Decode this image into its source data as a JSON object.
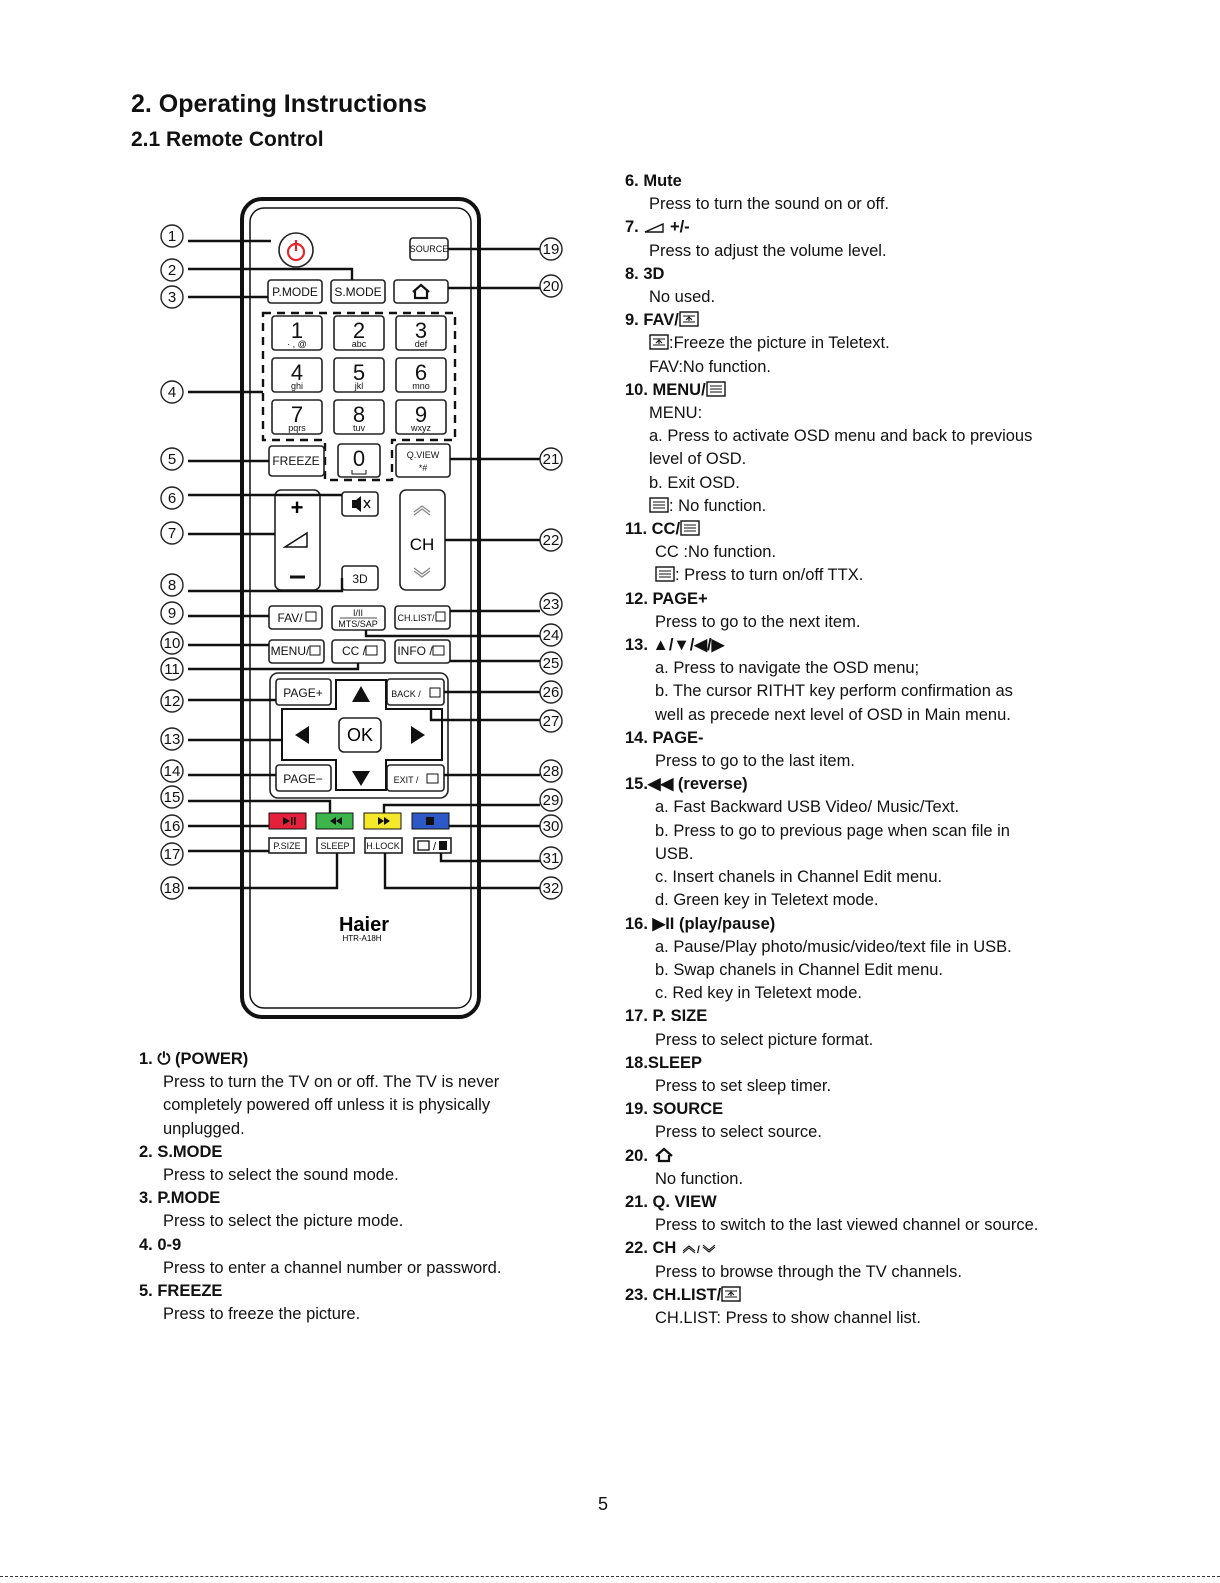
{
  "heading": "2. Operating Instructions",
  "subheading": "2.1 Remote Control",
  "page_number": "5",
  "remote": {
    "brand": "Haier",
    "model": "HTR-A18H",
    "buttons": {
      "source": "SOURCE",
      "pmode": "P.MODE",
      "smode": "S.MODE",
      "digits": [
        {
          "d": "1",
          "s": "· , @"
        },
        {
          "d": "2",
          "s": "abc"
        },
        {
          "d": "3",
          "s": "def"
        },
        {
          "d": "4",
          "s": "ghi"
        },
        {
          "d": "5",
          "s": "jkl"
        },
        {
          "d": "6",
          "s": "mno"
        },
        {
          "d": "7",
          "s": "pqrs"
        },
        {
          "d": "8",
          "s": "tuv"
        },
        {
          "d": "9",
          "s": "wxyz"
        }
      ],
      "zero": "0",
      "freeze": "FREEZE",
      "qview": "Q.VIEW",
      "qview_sub": "*#",
      "ch": "CH",
      "three_d": "3D",
      "fav": "FAV/",
      "mts_top": "I/II",
      "mts": "MTS/SAP",
      "chlist": "CH.LIST/",
      "menu": "MENU/",
      "cc": "CC /",
      "info": "INFO /",
      "page_plus": "PAGE+",
      "back": "BACK /",
      "ok": "OK",
      "page_minus": "PAGE−",
      "exit": "EXIT /",
      "psize": "P.SIZE",
      "sleep": "SLEEP",
      "hlock": "H.LOCK"
    },
    "callouts_left": [
      "1",
      "2",
      "3",
      "4",
      "5",
      "6",
      "7",
      "8",
      "9",
      "10",
      "11",
      "12",
      "13",
      "14",
      "15",
      "16",
      "17",
      "18"
    ],
    "callouts_right": [
      "19",
      "20",
      "21",
      "22",
      "23",
      "24",
      "25",
      "26",
      "27",
      "28",
      "29",
      "30",
      "31",
      "32"
    ],
    "colors": {
      "red": "#e5203a",
      "green": "#3cb54a",
      "yellow": "#f5e72a",
      "blue": "#2d59c8",
      "power": "#e0262e"
    }
  },
  "items_left": [
    {
      "title": "1. ⏻ (POWER)",
      "lines": [
        "Press to turn the TV on or off. The TV is never",
        "completely powered off unless it is physically",
        "unplugged."
      ]
    },
    {
      "title": "2. S.MODE",
      "lines": [
        "Press to select the sound mode."
      ]
    },
    {
      "title": "3. P.MODE",
      "lines": [
        "Press to select the picture mode."
      ]
    },
    {
      "title": "4. 0-9",
      "lines": [
        "Press to enter a channel number or password."
      ]
    },
    {
      "title": "5. FREEZE",
      "lines": [
        "Press to freeze the picture."
      ]
    }
  ],
  "items_right": {
    "i6_title": "6. Mute",
    "i6_l1": "Press to turn the sound on or off.",
    "i7_title": " +/-",
    "i7_num": "7.",
    "i7_l1": "Press to adjust the volume level.",
    "i8_title": "8. 3D",
    "i8_l1": "No used.",
    "i9_title": "9. FAV/",
    "i9_l1": ":Freeze the picture in Teletext.",
    "i9_l2": "FAV:No function.",
    "i10_title": "10. MENU/",
    "i10_l1": "MENU:",
    "i10_l2": "a. Press to activate OSD menu and back to previous",
    "i10_l3": "level of OSD.",
    "i10_l4": "b. Exit OSD.",
    "i10_l5": ":   No function.",
    "i11_title": "11. CC/",
    "i11_l1": "CC :No function.",
    "i11_l2": ": Press to turn on/off TTX.",
    "i12_title": "12. PAGE+",
    "i12_l1": "Press to go to the next item.",
    "i13_title": "13. ▲/▼/◀/▶",
    "i13_l1": "a. Press to navigate the OSD menu;",
    "i13_l2": "b. The cursor RITHT key perform confirmation as",
    "i13_l3": "well as precede next level of OSD in Main menu.",
    "i14_title": "14. PAGE-",
    "i14_l1": "Press to go to the last item.",
    "i15_title": "15.◀◀  (reverse)",
    "i15_l1": "a. Fast Backward USB Video/ Music/Text.",
    "i15_l2": "b. Press to go to previous page when scan file in",
    "i15_l3": "USB.",
    "i15_l4": "c. Insert chanels in Channel Edit menu.",
    "i15_l5": "d. Green key in Teletext mode.",
    "i16_title": "16.  ▶II (play/pause)",
    "i16_l1": "a. Pause/Play photo/music/video/text file in USB.",
    "i16_l2": "b. Swap chanels in Channel Edit menu.",
    "i16_l3": "c. Red key in Teletext mode.",
    "i17_title": "17. P. SIZE",
    "i17_l1": "Press to select picture format.",
    "i18_title": "18.SLEEP",
    "i18_l1": "Press to set sleep timer.",
    "i19_title": "19. SOURCE",
    "i19_l1": "Press to select source.",
    "i20_title": "20.",
    "i20_l1": "No function.",
    "i21_title": "21. Q. VIEW",
    "i21_l1": "Press to switch to the last viewed channel or source.",
    "i22_title": "22. CH",
    "i22_l1": "Press to browse through the TV channels.",
    "i23_title": "23. CH.LIST/",
    "i23_l1": "CH.LIST: Press to show channel list."
  }
}
